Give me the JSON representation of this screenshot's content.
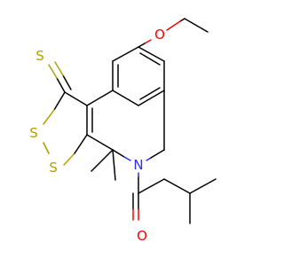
{
  "atoms": {
    "o_ether": {
      "label": "O",
      "color": "#ff0000"
    },
    "o_carbonyl": {
      "label": "O",
      "color": "#ff0000"
    },
    "n_ring": {
      "label": "N",
      "color": "#2e2ef0"
    },
    "s_thione": {
      "label": "S",
      "color": "#b3a000"
    },
    "s_ring_upper": {
      "label": "S",
      "color": "#b3a000"
    },
    "s_ring_lower": {
      "label": "S",
      "color": "#b3a000"
    }
  }
}
